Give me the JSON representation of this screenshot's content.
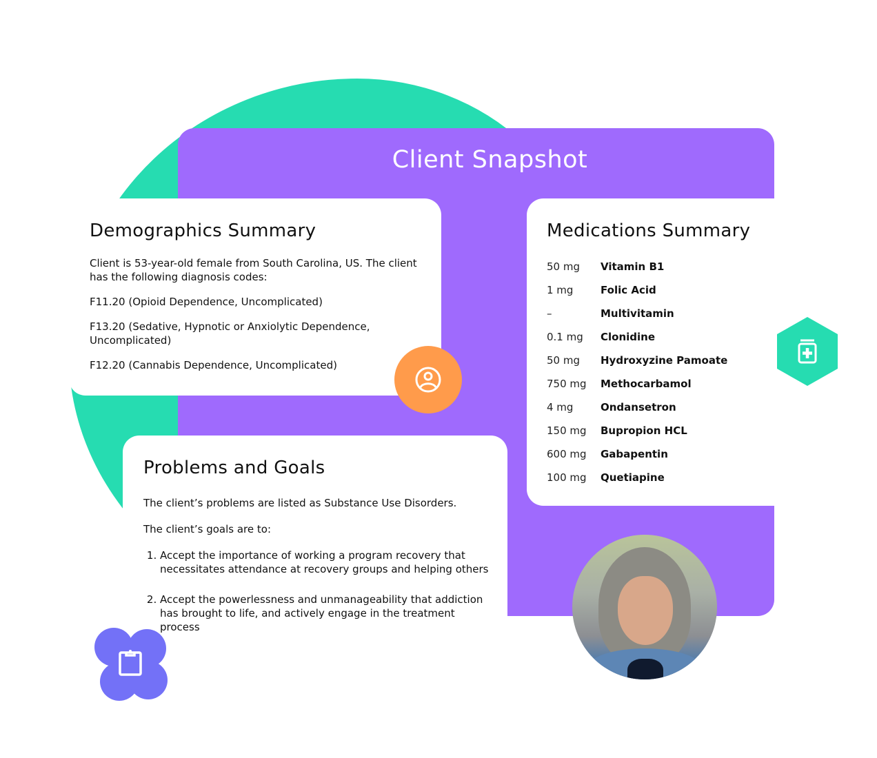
{
  "header": {
    "title": "Client Snapshot"
  },
  "demographics": {
    "title": "Demographics Summary",
    "intro": "Client is 53-year-old female from South Carolina, US. The client has the following diagnosis codes:",
    "codes": [
      "F11.20 (Opioid Dependence, Uncomplicated)",
      "F13.20 (Sedative, Hypnotic or Anxiolytic Dependence, Uncomplicated)",
      "F12.20 (Cannabis Dependence, Uncomplicated)"
    ],
    "icon": "user-circle-icon"
  },
  "medications": {
    "title": "Medications Summary",
    "items": [
      {
        "dose": "50 mg",
        "name": "Vitamin B1"
      },
      {
        "dose": "1 mg",
        "name": "Folic Acid"
      },
      {
        "dose": "–",
        "name": "Multivitamin"
      },
      {
        "dose": "0.1 mg",
        "name": "Clonidine"
      },
      {
        "dose": "50 mg",
        "name": "Hydroxyzine Pamoate"
      },
      {
        "dose": "750 mg",
        "name": "Methocarbamol"
      },
      {
        "dose": "4 mg",
        "name": "Ondansetron"
      },
      {
        "dose": "150 mg",
        "name": "Bupropion HCL"
      },
      {
        "dose": "600 mg",
        "name": "Gabapentin"
      },
      {
        "dose": "100 mg",
        "name": "Quetiapine"
      }
    ],
    "icon": "medicine-bottle-icon"
  },
  "problems": {
    "title": "Problems and Goals",
    "problem_text": "The client’s problems are listed as Substance Use Disorders.",
    "goals_intro": "The client’s goals are to:",
    "goals": [
      "Accept the importance of working a program recovery that necessitates attendance at recovery groups and helping others",
      "Accept the powerlessness and unmanageability that addiction has brought to life, and actively engage in the treatment process"
    ],
    "icon": "clipboard-icon"
  },
  "colors": {
    "purple": "#9F6AFD",
    "green": "#26DCB1",
    "orange": "#FF9B4B",
    "indigo": "#7371F7"
  }
}
